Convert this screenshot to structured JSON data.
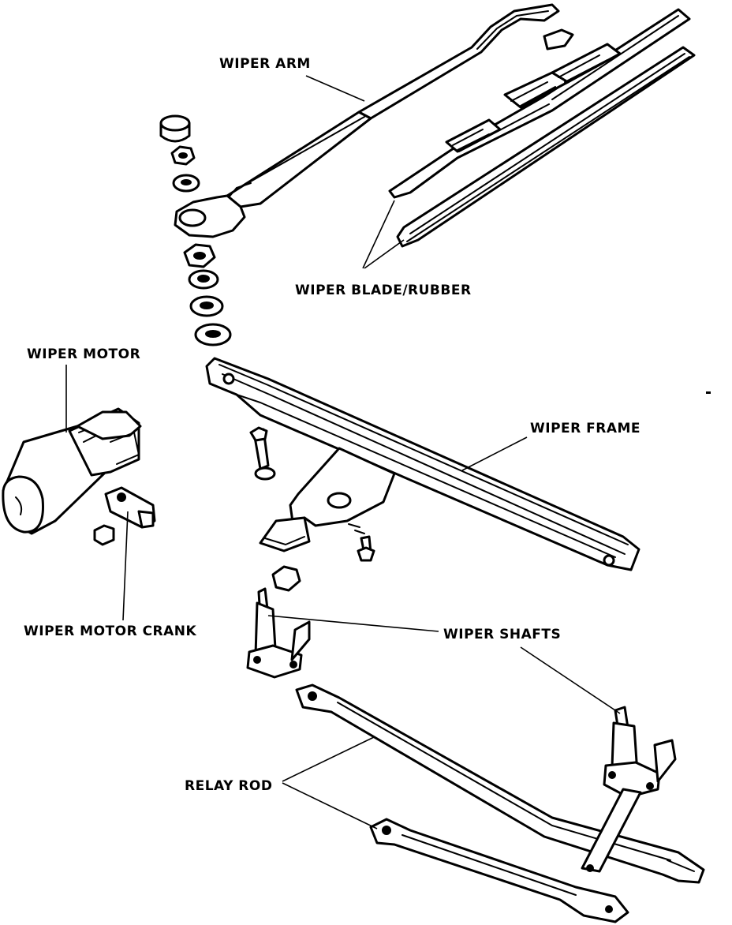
{
  "labels": {
    "wiper_arm": "WIPER  ARM",
    "wiper_blade_rubber": "WIPER BLADE/RUBBER",
    "wiper_motor": "WIPER MOTOR",
    "wiper_frame": "WIPER FRAME",
    "wiper_motor_crank": "WIPER MOTOR CRANK",
    "wiper_shafts": "WIPER SHAFTS",
    "relay_rod": "RELAY ROD"
  }
}
